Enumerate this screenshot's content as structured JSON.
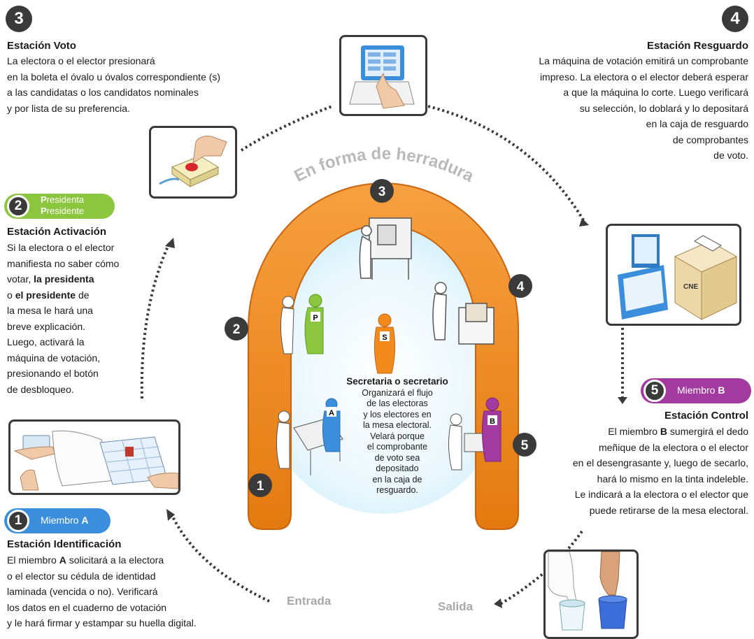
{
  "colors": {
    "orange": "#F28A1C",
    "green": "#8CC63F",
    "blue": "#3B8EDB",
    "purple": "#A33AA0",
    "dark": "#3a3a3a",
    "grey": "#a8a8a8"
  },
  "station3": {
    "number": "3",
    "title": "Estación Voto",
    "lines": [
      "La electora o el elector presionará",
      "en la boleta el óvalo u óvalos correspondiente (s)",
      "a las candidatas o los candidatos nominales",
      "y por lista de su preferencia."
    ]
  },
  "station4": {
    "number": "4",
    "title": "Estación Resguardo",
    "lines": [
      "La máquina de votación emitirá un comprobante",
      "impreso. La electora o el elector deberá esperar",
      "a que la máquina lo corte. Luego verificará",
      "su selección, lo doblará y lo depositará",
      "en la caja de resguardo",
      "de comprobantes",
      "de voto."
    ]
  },
  "station2": {
    "number": "2",
    "badge_line1": "Presidenta",
    "badge_line2": "Presidente",
    "badge_initial1": "P",
    "badge_rest1": "residenta",
    "badge_initial2": "P",
    "badge_rest2": "residente",
    "title": "Estación Activación",
    "line1": "Si la electora o el elector",
    "line2": "manifiesta no saber cómo",
    "line3_pre": "votar, ",
    "line3_bold": "la presidenta",
    "line4_pre": "o ",
    "line4_bold": "el presidente",
    "line4_post": " de",
    "line5": "la mesa le hará una",
    "line6": "breve explicación.",
    "line7": "Luego, activará la",
    "line8": "máquina de votación,",
    "line9": "presionando el botón",
    "line10": "de desbloqueo."
  },
  "station1": {
    "number": "1",
    "badge": "Miembro",
    "badge_letter": "A",
    "title": "Estación Identificación",
    "line1_pre": "El miembro ",
    "line1_bold": "A",
    "line1_post": " solicitará a la electora",
    "line2": "o el elector su cédula de identidad",
    "line3": "laminada (vencida o no). Verificará",
    "line4": "los datos en el cuaderno de votación",
    "line5": "y le hará firmar y estampar su huella digital."
  },
  "station5": {
    "number": "5",
    "badge": "Miembro",
    "badge_letter": "B",
    "title": "Estación Control",
    "line1_pre": "El miembro ",
    "line1_bold": "B",
    "line1_post": " sumergirá el dedo",
    "line2": "meñique de la electora o el elector",
    "line3": "en el desengrasante y, luego de secarlo,",
    "line4": "hará lo mismo en la tinta indeleble.",
    "line5": "Le indicará a la electora o el elector que",
    "line6": "puede retirarse de la mesa electoral."
  },
  "center": {
    "arc_label": "En forma de herradura",
    "entrada": "Entrada",
    "salida": "Salida",
    "secretario_title": "Secretaria o secretario",
    "secretario_lines": [
      "Organizará el flujo",
      "de las electoras",
      "y los electores en",
      "la mesa electoral.",
      "Velará porque",
      "el comprobante",
      "de voto sea",
      "depositado",
      "en la caja de",
      "resguardo."
    ],
    "markers": [
      "1",
      "2",
      "3",
      "4",
      "5"
    ],
    "figure_letters": {
      "p": "P",
      "s": "S",
      "a": "A",
      "b": "B"
    },
    "box_label": "CNE"
  }
}
